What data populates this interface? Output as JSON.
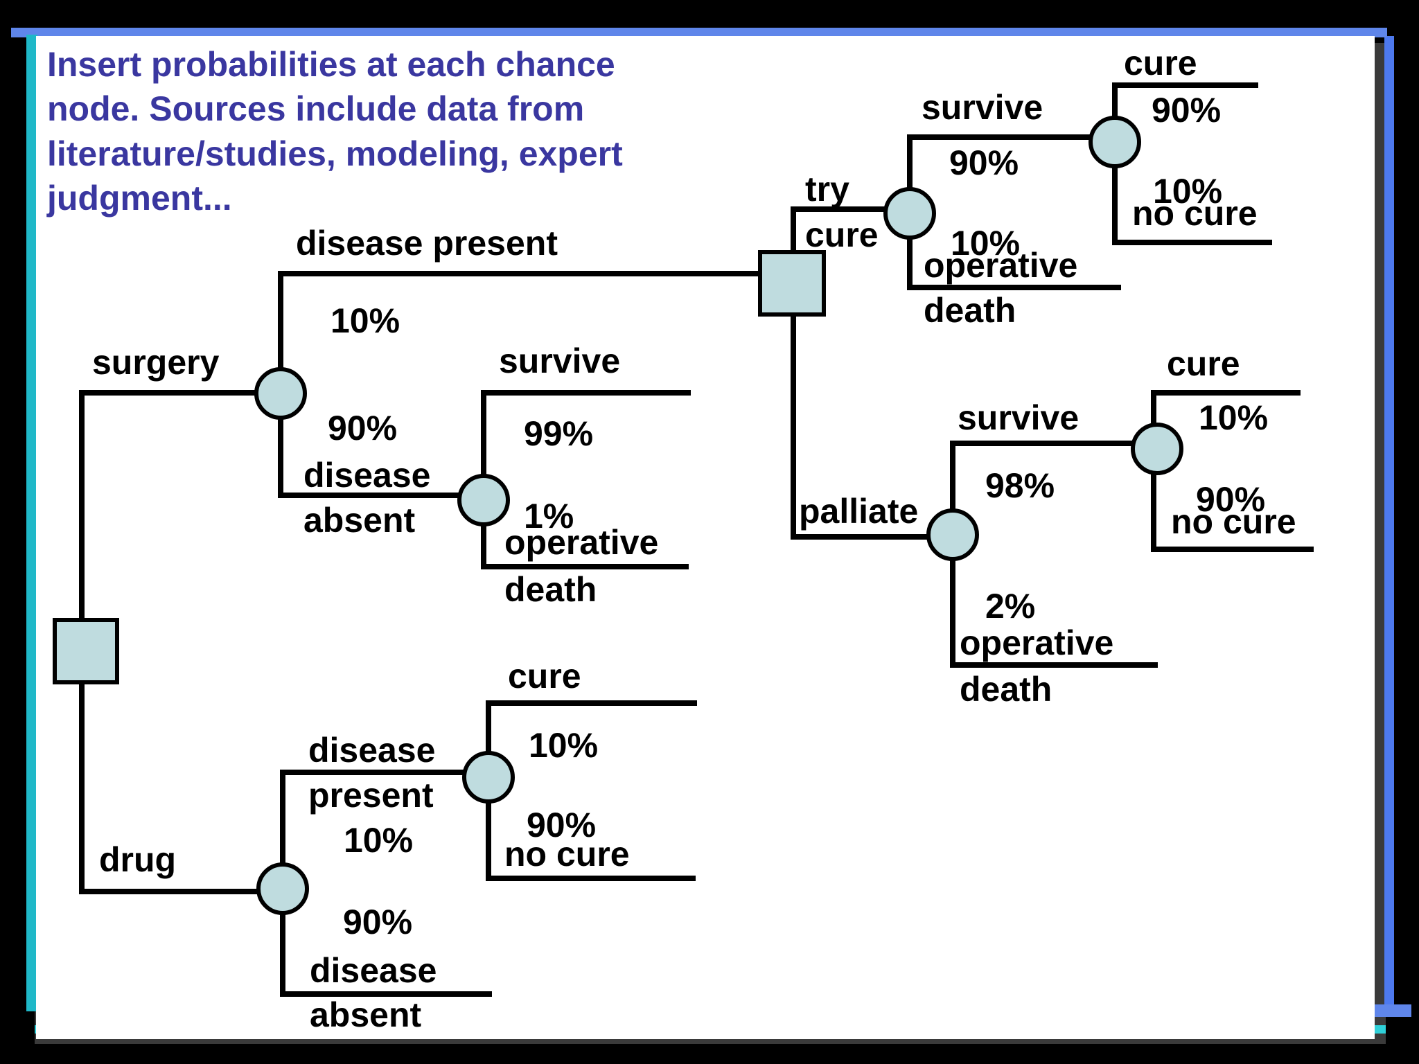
{
  "slide": {
    "title_lines": [
      "Insert probabilities at each chance",
      "node.  Sources include data from",
      "literature/studies, modeling, expert",
      "judgment..."
    ]
  },
  "colors": {
    "background": "#000000",
    "slide": "#ffffff",
    "title_text": "#3a37a0",
    "node_fill": "#bfdcdf",
    "line": "#000000",
    "frame_top": "#5f86ea",
    "frame_left": "#1fb8c8",
    "frame_right": "#4d79ee"
  },
  "tree": {
    "labels": {
      "surgery": "surgery",
      "drug": "drug",
      "s_dp_label": "disease present",
      "s_dp_pct": "10%",
      "s_da_pct": "90%",
      "s_da_label_1": "disease",
      "s_da_label_2": "absent",
      "s_da_surv_label": "survive",
      "s_da_surv_pct": "99%",
      "s_da_death_pct": "1%",
      "s_da_death_label_1": "operative",
      "s_da_death_label_2": "death",
      "try_label_1": "try",
      "try_label_2": "cure",
      "try_surv_label": "survive",
      "try_surv_pct": "90%",
      "try_death_pct": "10%",
      "try_death_label_1": "operative",
      "try_death_label_2": "death",
      "try_cure_label": "cure",
      "try_cure_pct": "90%",
      "try_nocure_pct": "10%",
      "try_nocure_label": "no cure",
      "pall_label": "palliate",
      "pall_surv_label": "survive",
      "pall_surv_pct": "98%",
      "pall_death_pct": "2%",
      "pall_death_label_1": "operative",
      "pall_death_label_2": "death",
      "pall_cure_label": "cure",
      "pall_cure_pct": "10%",
      "pall_nocure_pct": "90%",
      "pall_nocure_label": "no cure",
      "d_dp_label_1": "disease",
      "d_dp_label_2": "present",
      "d_dp_pct": "10%",
      "d_cure_label": "cure",
      "d_cure_pct": "10%",
      "d_nocure_pct": "90%",
      "d_nocure_label": "no cure",
      "d_da_pct": "90%",
      "d_da_label_1": "disease",
      "d_da_label_2": "absent"
    }
  }
}
